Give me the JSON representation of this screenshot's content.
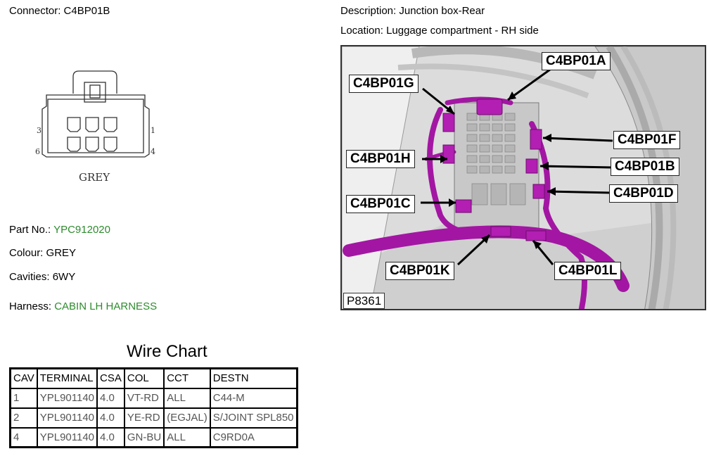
{
  "connector": {
    "label": "Connector:",
    "value": "C4BP01B"
  },
  "description": {
    "label": "Description:",
    "value": "Junction box-Rear"
  },
  "location": {
    "label": "Location:",
    "value": "Luggage compartment - RH side"
  },
  "diagram": {
    "colour_label": "GREY",
    "pin_labels": [
      "3",
      "1",
      "6",
      "4"
    ]
  },
  "part_no": {
    "label": "Part No.:",
    "value": "YPC912020"
  },
  "colour": {
    "label": "Colour:",
    "value": "GREY"
  },
  "cavities": {
    "label": "Cavities:",
    "value": "6WY"
  },
  "harness": {
    "label": "Harness:",
    "value": "CABIN LH HARNESS"
  },
  "photo": {
    "id": "P8361",
    "callouts": [
      "C4BP01A",
      "C4BP01G",
      "C4BP01F",
      "C4BP01H",
      "C4BP01B",
      "C4BP01D",
      "C4BP01C",
      "C4BP01K",
      "C4BP01L"
    ]
  },
  "wire_chart": {
    "title": "Wire Chart",
    "headers": [
      "CAV",
      "TERMINAL",
      "CSA",
      "COL",
      "CCT",
      "DESTN"
    ],
    "rows": [
      [
        "1",
        "YPL901140",
        "4.0",
        "VT-RD",
        "ALL",
        "C44-M"
      ],
      [
        "2",
        "YPL901140",
        "4.0",
        "YE-RD",
        "(EGJAL)",
        "S/JOINT SPL850"
      ],
      [
        "4",
        "YPL901140",
        "4.0",
        "GN-BU",
        "ALL",
        "C9RD0A"
      ]
    ]
  },
  "colors": {
    "harness_magenta": "#a316a3",
    "green_text": "#2e8b2e"
  }
}
